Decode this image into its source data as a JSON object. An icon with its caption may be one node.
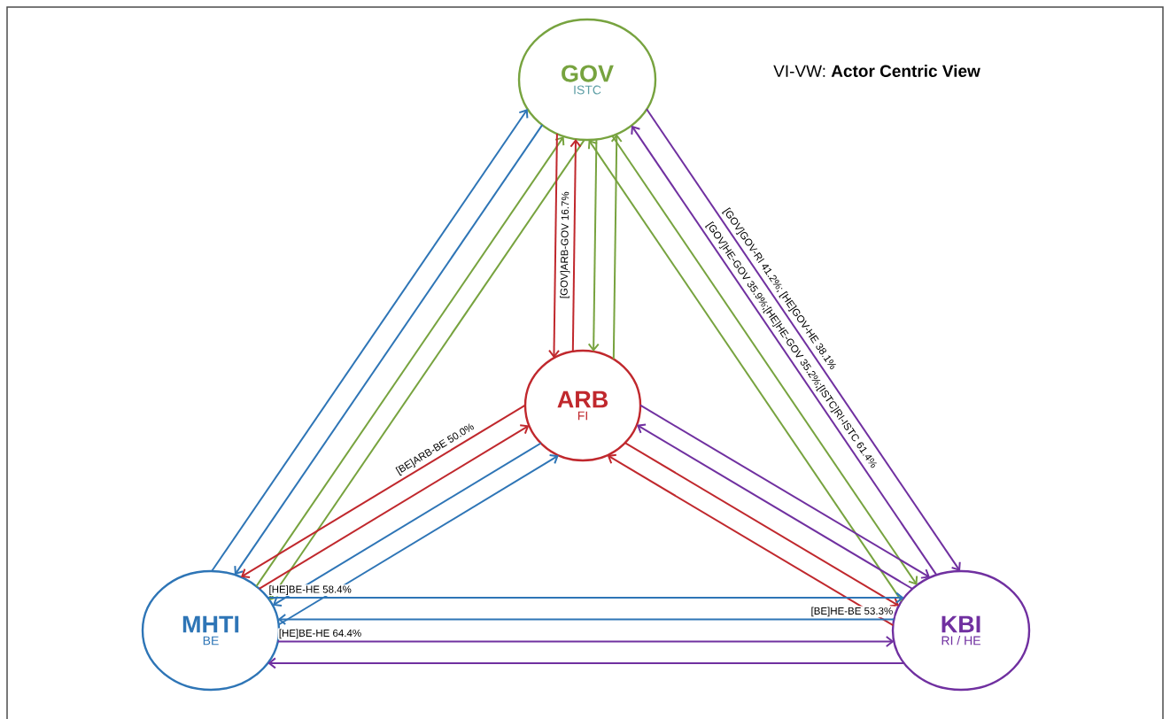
{
  "diagram": {
    "title": "VI-VW: **Actor Centric View**",
    "nodes": [
      {
        "text": [
          "GOV",
          "ISTC"
        ]
      },
      {
        "text": [
          "ARB",
          "FI"
        ]
      },
      {
        "text": [
          "MHTI",
          "BE"
        ]
      },
      {
        "text": [
          "KBI",
          "RI / HE"
        ]
      }
    ],
    "edges": [
      {
        "from": 2,
        "to": 0,
        "arrow": "to",
        "color": "#2e75b6"
      },
      {
        "from": 0,
        "to": 2,
        "arrow": "to",
        "color": "#2e75b6"
      },
      {
        "from": 2,
        "to": 0,
        "arrow": "to",
        "color": "#77a33f"
      },
      {
        "from": 0,
        "to": 2,
        "arrow": "to",
        "color": "#77a33f"
      },
      {
        "from": 0,
        "to": 1,
        "arrow": "to",
        "color": "#c0282d"
      },
      {
        "from": 1,
        "to": 0,
        "arrow": "to",
        "color": "#c0282d",
        "label": "[GOV]ARB-GOV 16.7%"
      },
      {
        "from": 0,
        "to": 1,
        "arrow": "to",
        "color": "#77a33f"
      },
      {
        "from": 1,
        "to": 0,
        "arrow": "to",
        "color": "#77a33f"
      },
      {
        "from": 3,
        "to": 0,
        "arrow": "to",
        "color": "#77a33f"
      },
      {
        "from": 0,
        "to": 3,
        "arrow": "to",
        "color": "#77a33f"
      },
      {
        "from": 3,
        "to": 0,
        "arrow": "to",
        "color": "#7030a0",
        "label": "[GOV]HE-GOV 35.9%;[HE]HE-GOV 35.2%;[ISTC]RI-ISTC 61.4%"
      },
      {
        "from": 0,
        "to": 3,
        "arrow": "to",
        "color": "#7030a0",
        "label": "[GOV]GOV-RI 41.2%; [HE]GOV-HE 38.1%"
      },
      {
        "from": 1,
        "to": 2,
        "arrow": "to",
        "color": "#c0282d",
        "label": "[BE]ARB-BE 50.0%"
      },
      {
        "from": 2,
        "to": 1,
        "arrow": "to",
        "color": "#c0282d"
      },
      {
        "from": 1,
        "to": 2,
        "arrow": "to",
        "color": "#2e75b6"
      },
      {
        "from": 2,
        "to": 1,
        "arrow": "to",
        "color": "#2e75b6"
      },
      {
        "from": 1,
        "to": 3,
        "arrow": "to",
        "color": "#7030a0"
      },
      {
        "from": 3,
        "to": 1,
        "arrow": "to",
        "color": "#7030a0"
      },
      {
        "from": 1,
        "to": 3,
        "arrow": "to",
        "color": "#c0282d"
      },
      {
        "from": 3,
        "to": 1,
        "arrow": "to",
        "color": "#c0282d"
      },
      {
        "from": 2,
        "to": 3,
        "arrow": "to",
        "color": "#2e75b6",
        "label": "[HE]BE-HE 58.4%"
      },
      {
        "from": 3,
        "to": 2,
        "arrow": "to",
        "color": "#2e75b6",
        "label": "[BE]HE-BE 53.3%"
      },
      {
        "from": 2,
        "to": 3,
        "arrow": "to",
        "color": "#7030a0",
        "label": "[HE]BE-HE 64.4%"
      },
      {
        "from": 3,
        "to": 2,
        "arrow": "to",
        "color": "#7030a0"
      }
    ]
  }
}
